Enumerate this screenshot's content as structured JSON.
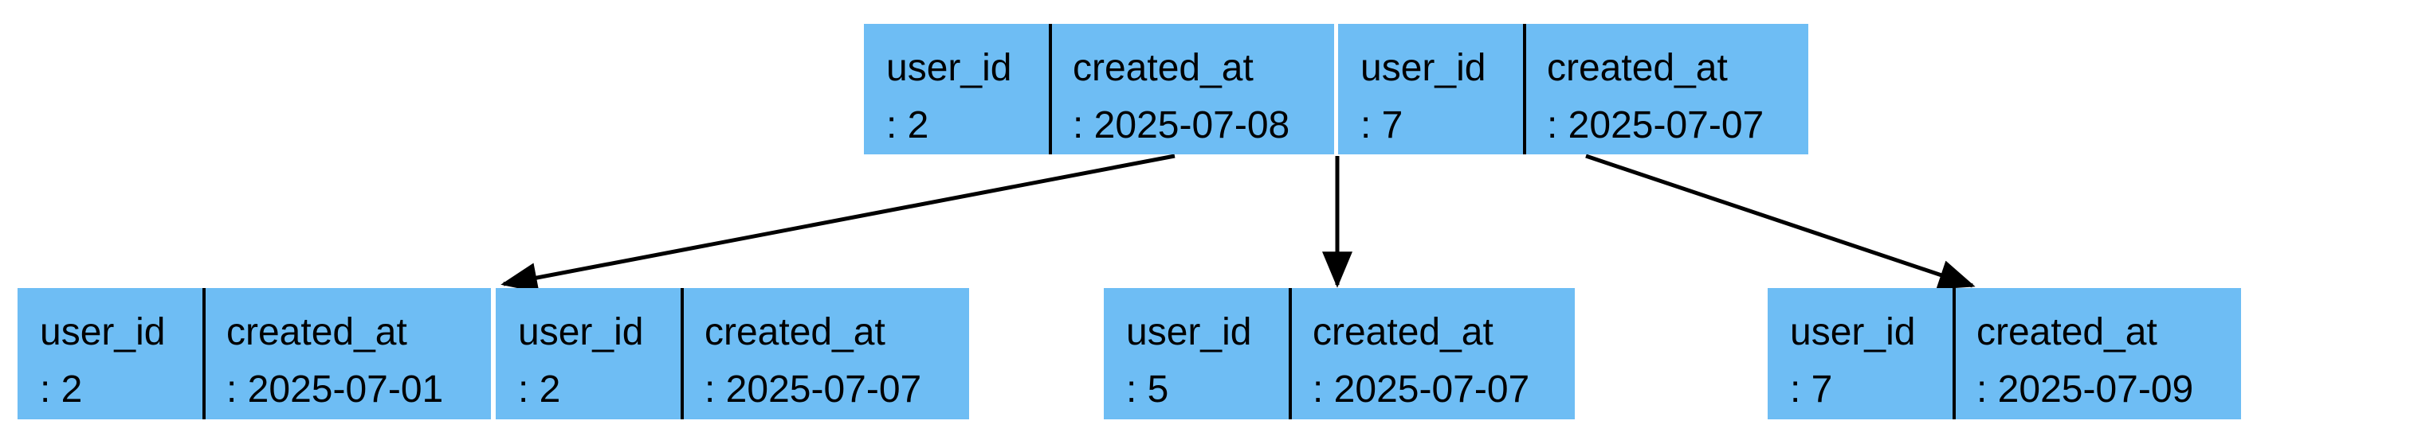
{
  "diagram": {
    "description": "B-tree index node diagram on (user_id, created_at)",
    "colors": {
      "node_fill": "#6EBDF4",
      "line_color": "#000000",
      "text_color": "#000000",
      "background": "#ffffff"
    },
    "nodes": {
      "root": {
        "entries": [
          {
            "key_label": "user_id",
            "key_value": ": 2",
            "ts_label": "created_at",
            "ts_value": ": 2025-07-08"
          },
          {
            "key_label": "user_id",
            "key_value": ": 7",
            "ts_label": "created_at",
            "ts_value": ": 2025-07-07"
          }
        ]
      },
      "child_left": {
        "entries": [
          {
            "key_label": "user_id",
            "key_value": ": 2",
            "ts_label": "created_at",
            "ts_value": ": 2025-07-01"
          },
          {
            "key_label": "user_id",
            "key_value": ": 2",
            "ts_label": "created_at",
            "ts_value": ": 2025-07-07"
          }
        ]
      },
      "child_middle": {
        "entries": [
          {
            "key_label": "user_id",
            "key_value": ": 5",
            "ts_label": "created_at",
            "ts_value": ": 2025-07-07"
          }
        ]
      },
      "child_right": {
        "entries": [
          {
            "key_label": "user_id",
            "key_value": ": 7",
            "ts_label": "created_at",
            "ts_value": ": 2025-07-09"
          }
        ]
      }
    },
    "edges": [
      {
        "from": "root",
        "to": "child_left"
      },
      {
        "from": "root",
        "to": "child_middle"
      },
      {
        "from": "root",
        "to": "child_right"
      }
    ]
  }
}
